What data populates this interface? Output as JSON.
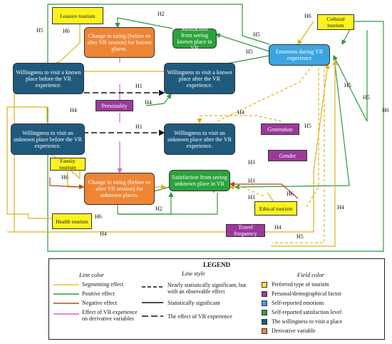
{
  "nodes": {
    "leasure": "Leasure tourism",
    "cultural": "Cultural tourism",
    "change_known": "Change in rating (before vs after VR session) for known places.",
    "sat_known": "Satisfaction from seeing known place in VR",
    "emotions": "Emotions during VR experience",
    "will_known_before": "Willingness to visit a known place before the VR experience.",
    "will_known_after": "Willingness to visit a known place after the VR experience.",
    "personality": "Personality",
    "generation": "Generation",
    "will_unknown_before": "Willingness to visit an unknown place before the VR experience.",
    "will_unknown_after": "Willingness to visit an unknown place after the VR experience.",
    "gender": "Gender",
    "family": "Family tourism",
    "change_unknown": "Change in rating (before vs after VR session) for unknown places.",
    "sat_unknown": "Satisfaction from seeing unknown place in VR",
    "ethical": "Ethical tourism",
    "health": "Health tourism",
    "travel": "Travel frequency"
  },
  "hypotheses": {
    "h1": "H1",
    "h2": "H2",
    "h3": "H3",
    "h4": "H4",
    "h5": "H5",
    "h6": "H6"
  },
  "legend": {
    "title": "LEGEND",
    "line_color_header": "Line color",
    "line_style_header": "Line style",
    "field_color_header": "Field color",
    "line_colors": [
      {
        "label": "Segmenting effect",
        "color": "#f2c21c"
      },
      {
        "label": "Positive effect",
        "color": "#2e9b3a"
      },
      {
        "label": "Negative effect",
        "color": "#b5452b"
      },
      {
        "label": "Effect of VR experience on derivative variables",
        "color": "#d85fd2"
      }
    ],
    "line_styles": [
      {
        "label": "Nearly statistically significant, but with an observable effect",
        "style": "dashed"
      },
      {
        "label": "Statistically significant",
        "style": "solid"
      },
      {
        "label": "The effect of VR experience",
        "style": "long-dash"
      }
    ],
    "field_colors": [
      {
        "label": "Preferred type of tourism",
        "color": "#fbf21f"
      },
      {
        "label": "Personal/demographical factor",
        "color": "#9c399b"
      },
      {
        "label": "Self-reported emotions",
        "color": "#3ca4e0"
      },
      {
        "label": "Self-reported satisfaction level",
        "color": "#2ba33b"
      },
      {
        "label": "The willingness to visit a place",
        "color": "#1f5a7d"
      },
      {
        "label": "Derivative variable",
        "color": "#ee8535"
      }
    ]
  }
}
